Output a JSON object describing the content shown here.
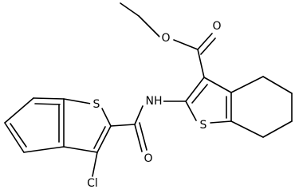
{
  "atoms": {
    "ester_o_single": "O",
    "ester_o_double": "O",
    "nh": "NH",
    "amide_o": "O",
    "s_left": "S",
    "s_right": "S",
    "cl": "Cl"
  }
}
